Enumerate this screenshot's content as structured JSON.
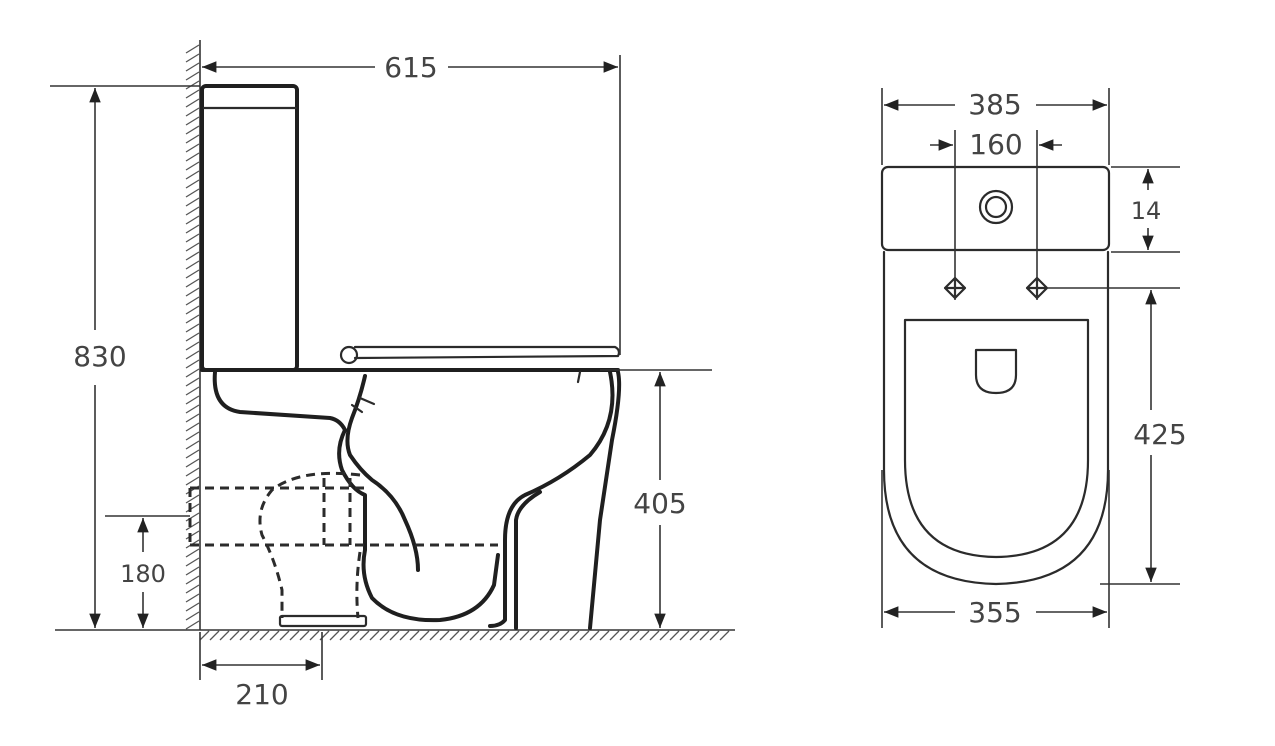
{
  "side_view": {
    "overall_width": "615",
    "overall_height": "830",
    "seat_height": "405",
    "outlet_height": "180",
    "outlet_distance": "210"
  },
  "front_view": {
    "overall_width": "385",
    "fixing_spacing": "160",
    "lid_depth": "14",
    "bowl_length": "425",
    "base_width": "355"
  },
  "icons": [
    "flush-button-icon",
    "fixing-point-icon"
  ]
}
